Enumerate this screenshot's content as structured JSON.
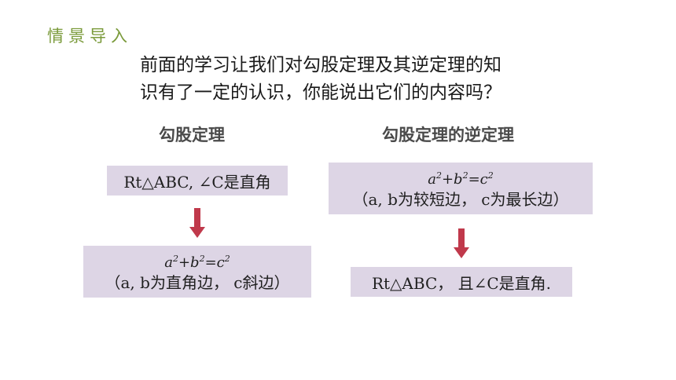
{
  "section": {
    "title": "情景导入"
  },
  "intro": {
    "line1": "前面的学习让我们对勾股定理及其逆定理的知",
    "line2": "识有了一定的认识，你能说出它们的内容吗？"
  },
  "left": {
    "heading": "勾股定理",
    "premise": "Rt△ABC, ∠C是直角",
    "conclusion": {
      "formula_a": "a",
      "exp_a": "2",
      "plus": "+",
      "formula_b": "b",
      "exp_b": "2",
      "eq": "=",
      "formula_c": "c",
      "exp_c": "2",
      "note": "（a, b为直角边， c斜边）"
    }
  },
  "right": {
    "heading": "勾股定理的逆定理",
    "premise": {
      "formula_a": "a",
      "exp_a": "2",
      "plus": "+",
      "formula_b": "b",
      "exp_b": "2",
      "eq": "=",
      "formula_c": "c",
      "exp_c": "2",
      "note": "（a, b为较短边， c为最长边）"
    },
    "conclusion": "Rt△ABC， 且∠C是直角."
  },
  "colors": {
    "title": "#7a9a3a",
    "box": "#ddd5e5",
    "arrow": "#c0394b"
  }
}
